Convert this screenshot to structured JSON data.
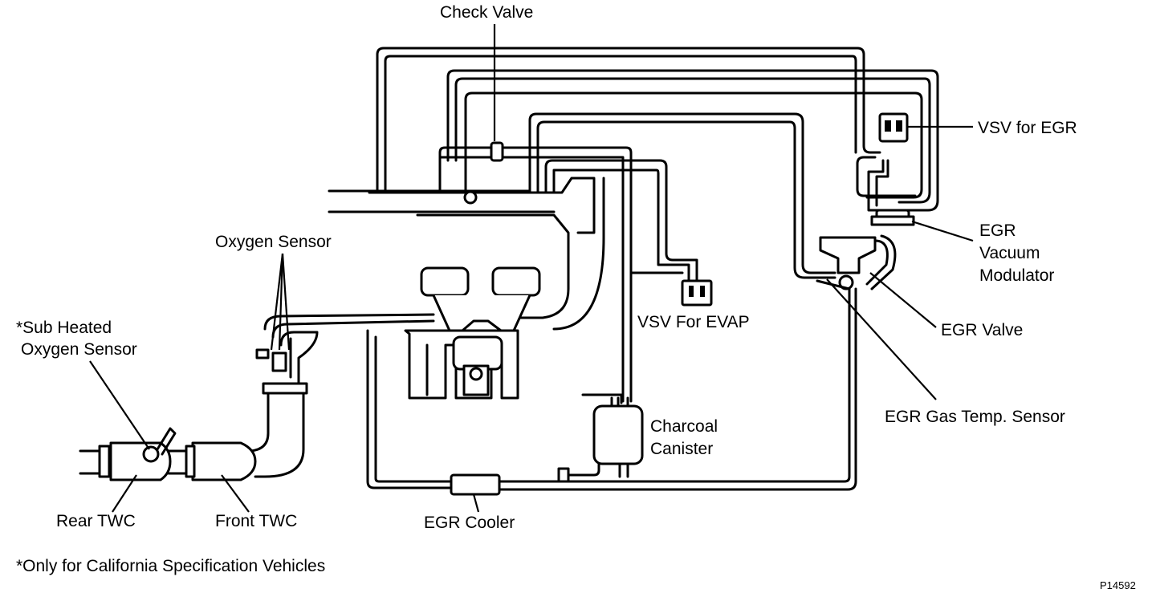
{
  "labels": {
    "check_valve": "Check Valve",
    "vsv_egr": "VSV for EGR",
    "egr_vacuum_modulator": [
      "EGR",
      "Vacuum",
      "Modulator"
    ],
    "egr_valve": "EGR Valve",
    "egr_gas_temp_sensor": "EGR Gas Temp. Sensor",
    "vsv_evap": "VSV For EVAP",
    "oxygen_sensor": "Oxygen Sensor",
    "sub_heated_oxygen_sensor": [
      "*Sub Heated",
      "Oxygen Sensor"
    ],
    "charcoal_canister": [
      "Charcoal",
      "Canister"
    ],
    "rear_twc": "Rear TWC",
    "front_twc": "Front TWC",
    "egr_cooler": "EGR Cooler"
  },
  "footnote": "*Only for California Specification Vehicles",
  "figure_code": "P14592"
}
